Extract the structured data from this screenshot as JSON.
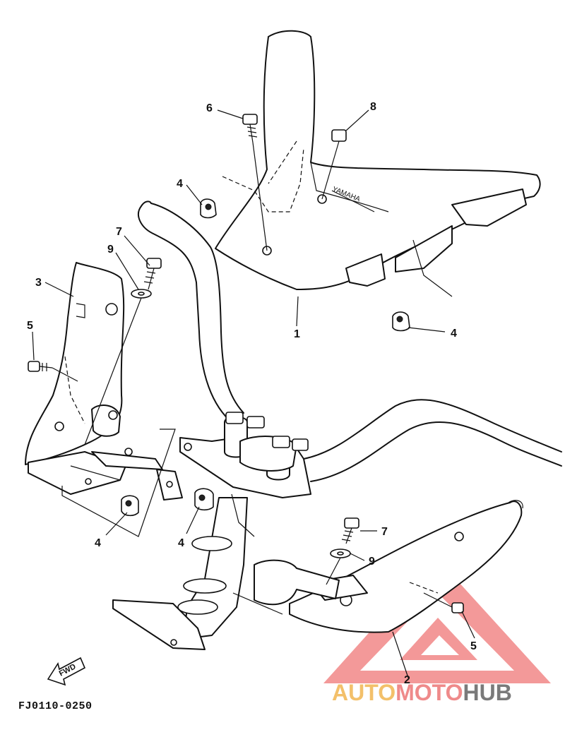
{
  "diagram": {
    "part_code": "FJ0110-0250",
    "fwd_label": "FWD",
    "callouts": {
      "c1": "1",
      "c2": "2",
      "c3": "3",
      "c4a": "4",
      "c4b": "4",
      "c4c": "4",
      "c4d": "4",
      "c5a": "5",
      "c5b": "5",
      "c6": "6",
      "c7a": "7",
      "c7b": "7",
      "c8": "8",
      "c9a": "9",
      "c9b": "9"
    }
  },
  "watermark": {
    "part1": "AUTO",
    "part2": "MOTO",
    "part3": "HUB",
    "colors": {
      "auto": "#f3c06a",
      "moto": "#ef8a8a",
      "hub": "#7a7a7a",
      "triangle": "#f07a7a"
    }
  }
}
